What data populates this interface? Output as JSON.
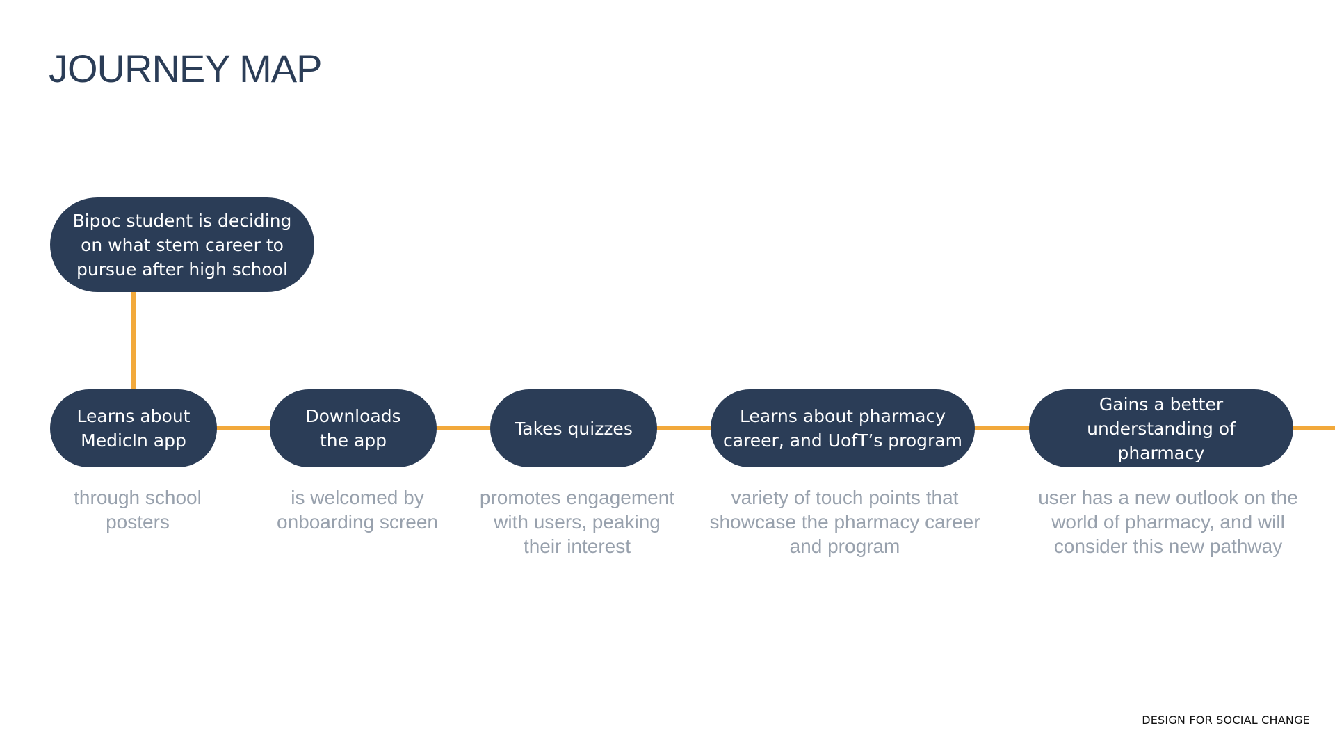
{
  "title": "JOURNEY MAP",
  "start": {
    "text": "Bipoc student is deciding\non what stem career to\npursue after high school"
  },
  "steps": [
    {
      "label": "Learns about\nMedicIn app",
      "caption": "through school\nposters"
    },
    {
      "label": "Downloads\nthe app",
      "caption": "is welcomed by\nonboarding screen"
    },
    {
      "label": "Takes quizzes",
      "caption": "promotes engagement\nwith users, peaking\ntheir interest"
    },
    {
      "label": "Learns about pharmacy\ncareer, and UofT’s program",
      "caption": "variety of touch points that\nshowcase the pharmacy career\nand program"
    },
    {
      "label": "Gains a better\nunderstanding of pharmacy",
      "caption": "user has a new outlook on the\nworld of pharmacy, and will\nconsider this new pathway"
    }
  ],
  "footer": "DESIGN FOR SOCIAL CHANGE",
  "colors": {
    "node": "#2b3d57",
    "connector": "#f2a93b",
    "caption": "#98a1ad"
  }
}
